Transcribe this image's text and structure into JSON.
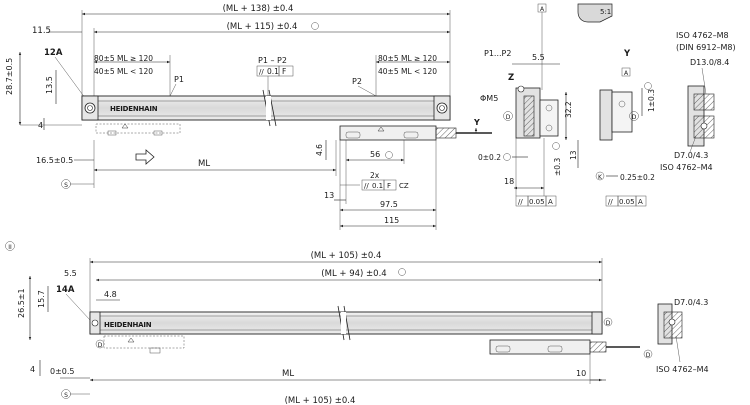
{
  "top_view": {
    "overall_length": "(ML + 138) ±0.4",
    "measuring_length_plus_115": "(ML + 115) ±0.4",
    "left_offset": "11.5",
    "mount_label": "12A",
    "height_28_7": "28.7±0.5",
    "dim_13_5": "13.5",
    "dim_4": "4",
    "dim_16_5": "16.5±0.5",
    "left_spacing_1": "80±5 ML ≥ 120",
    "left_spacing_2": "40±5 ML < 120",
    "right_spacing_1": "80±5 ML ≥ 120",
    "right_spacing_2": "40±5 ML < 120",
    "p1": "P1",
    "p2": "P2",
    "p1_p2": "P1 – P2",
    "parallelism": "0.1",
    "datum_f": "F",
    "brand": "HEIDENHAIN",
    "ml": "ML",
    "dim_4_6": "4.6",
    "dim_56": "56",
    "dim_2x": "2x",
    "parallel_cz": "0.1",
    "datum_f_cz": "F",
    "cz": "CZ",
    "dim_13": "13",
    "dim_97_5": "97.5",
    "dim_115": "115",
    "axis_y": "Y",
    "circle_s": "S"
  },
  "side_view": {
    "p1_p2": "P1...P2",
    "dim_5_5": "5.5",
    "z": "Z",
    "thread": "M5",
    "dim_32_2": "32.2",
    "dim_13": "13",
    "tol_0_2": "0±0.2",
    "tol_0_3": "±0.3",
    "dim_18": "18",
    "flatness": "0.05",
    "datum_a": "A",
    "datum_box": "A"
  },
  "end_view": {
    "scale": "5:1",
    "y": "Y",
    "datum_box": "A",
    "screw_1": "ISO 4762–M8",
    "screw_1_din": "(DIN 6912–M8)",
    "bore": "D13.0/8.4",
    "tol_1_0_3": "1±0.3",
    "bore_2": "D7.0/4.3",
    "screw_2": "ISO 4762–M4",
    "dim_0_25": "0.25±0.2",
    "flatness": "0.05",
    "datum_a": "A"
  },
  "bottom_view": {
    "marker": "II",
    "overall_length": "(ML + 105) ±0.4",
    "measuring_length_plus_94": "(ML + 94) ±0.4",
    "dim_5_5": "5.5",
    "mount_label": "14A",
    "dim_4_8": "4.8",
    "height_26_5": "26.5±1",
    "dim_15_7": "15.7",
    "brand": "HEIDENHAIN",
    "dim_4": "4",
    "dim_0_5": "0±0.5",
    "ml": "ML",
    "dim_10": "10",
    "bottom_overall": "(ML + 105) ±0.4",
    "circle_s": "S",
    "bore": "D7.0/4.3",
    "screw": "ISO 4762–M4"
  }
}
